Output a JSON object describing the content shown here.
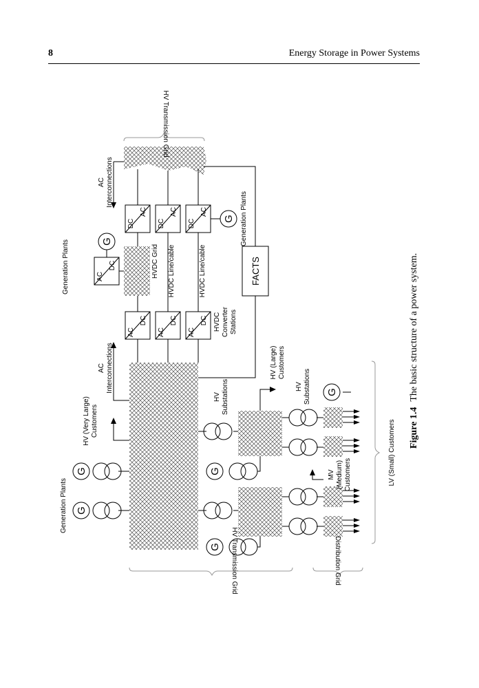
{
  "header": {
    "page_number": "8",
    "running_title": "Energy Storage in Power Systems"
  },
  "figure": {
    "caption_label": "Figure 1.4",
    "caption_text": "The basic structure of a power system.",
    "labels": {
      "hv_transmission_grid": "HV Transmission Grid",
      "distribution_grid": "Distribution Grid",
      "generation_plants": "Generation Plants",
      "hv_very_large_1": "HV (Very Large)",
      "hv_very_large_2": "Customers",
      "ac": "AC",
      "interconnections": "Interconnections",
      "hvdc_grid": "HVDC Grid",
      "hvdc_line_cable": "HVDC Line/cable",
      "facts": "FACTS",
      "hvdc": "HVDC",
      "converter": "Converter",
      "stations": "Stations",
      "hv": "HV",
      "substations": "Substations",
      "hv_large_1": "HV (Large)",
      "hv_large_2": "Customers",
      "mv": "MV",
      "medium": "(Medium)",
      "customers": "Customers",
      "lv_small": "LV (Small) Customers",
      "dc": "DC",
      "generator": "G"
    }
  }
}
